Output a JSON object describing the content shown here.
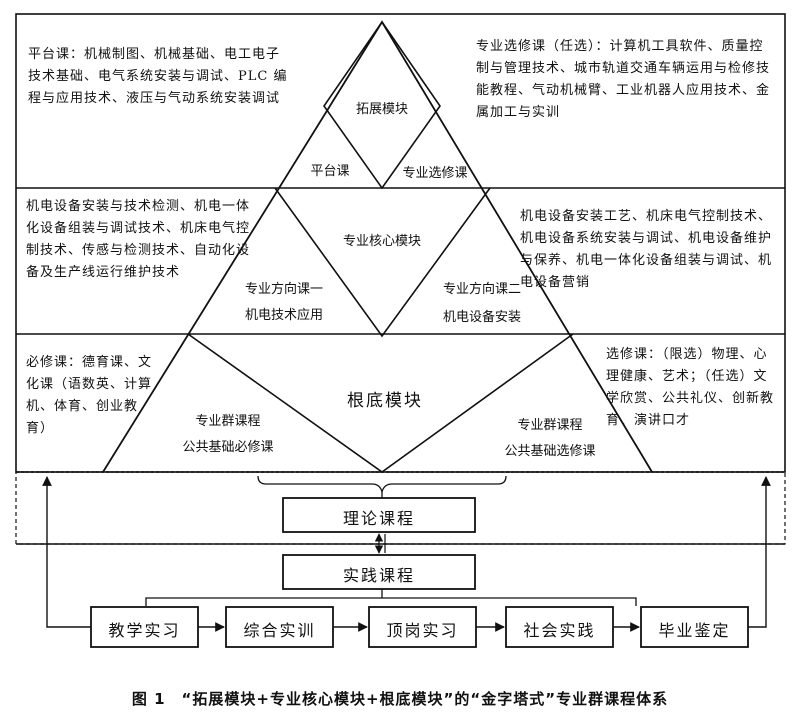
{
  "top": {
    "left_text": "平台课：机械制图、机械基础、电工电子技术基础、电气系统安装与调试、PLC 编程与应用技术、液压与气动系统安装调试",
    "right_text": "专业选修课（任选）：计算机工具软件、质量控制与管理技术、城市轨道交通车辆运用与检修技能教程、气动机械臂、工业机器人应用技术、金属加工与实训",
    "module": "拓展模块",
    "platform": "平台课",
    "elective": "专业选修课"
  },
  "middle": {
    "left_text": "机电设备安装与技术检测、机电一体化设备组装与调试技术、机床电气控制技术、传感与检测技术、自动化设备及生产线运行维护技术",
    "right_text": "机电设备安装工艺、机床电气控制技术、机电设备系统安装与调试、机电设备维护与保养、机电一体化设备组装与调试、机电设备营销",
    "module": "专业核心模块",
    "dir1_title": "专业方向课一",
    "dir1_sub": "机电技术应用",
    "dir2_title": "专业方向课二",
    "dir2_sub": "机电设备安装"
  },
  "bottom": {
    "left_text": "必修课：德育课、文化课（语数英、计算机、体育、创业教育）",
    "right_text": "选修课：（限选）物理、心理健康、艺术；（任选）文学欣赏、公共礼仪、创新教育、演讲口才",
    "module": "根底模块",
    "req_title": "专业群课程",
    "req_sub": "公共基础必修课",
    "opt_title": "专业群课程",
    "opt_sub": "公共基础选修课"
  },
  "theory": "理论课程",
  "practice": "实践课程",
  "stages": [
    "教学实习",
    "综合实训",
    "顶岗实习",
    "社会实践",
    "毕业鉴定"
  ],
  "caption": "图 1　“拓展模块+专业核心模块+根底模块”的“金字塔式”专业群课程体系"
}
